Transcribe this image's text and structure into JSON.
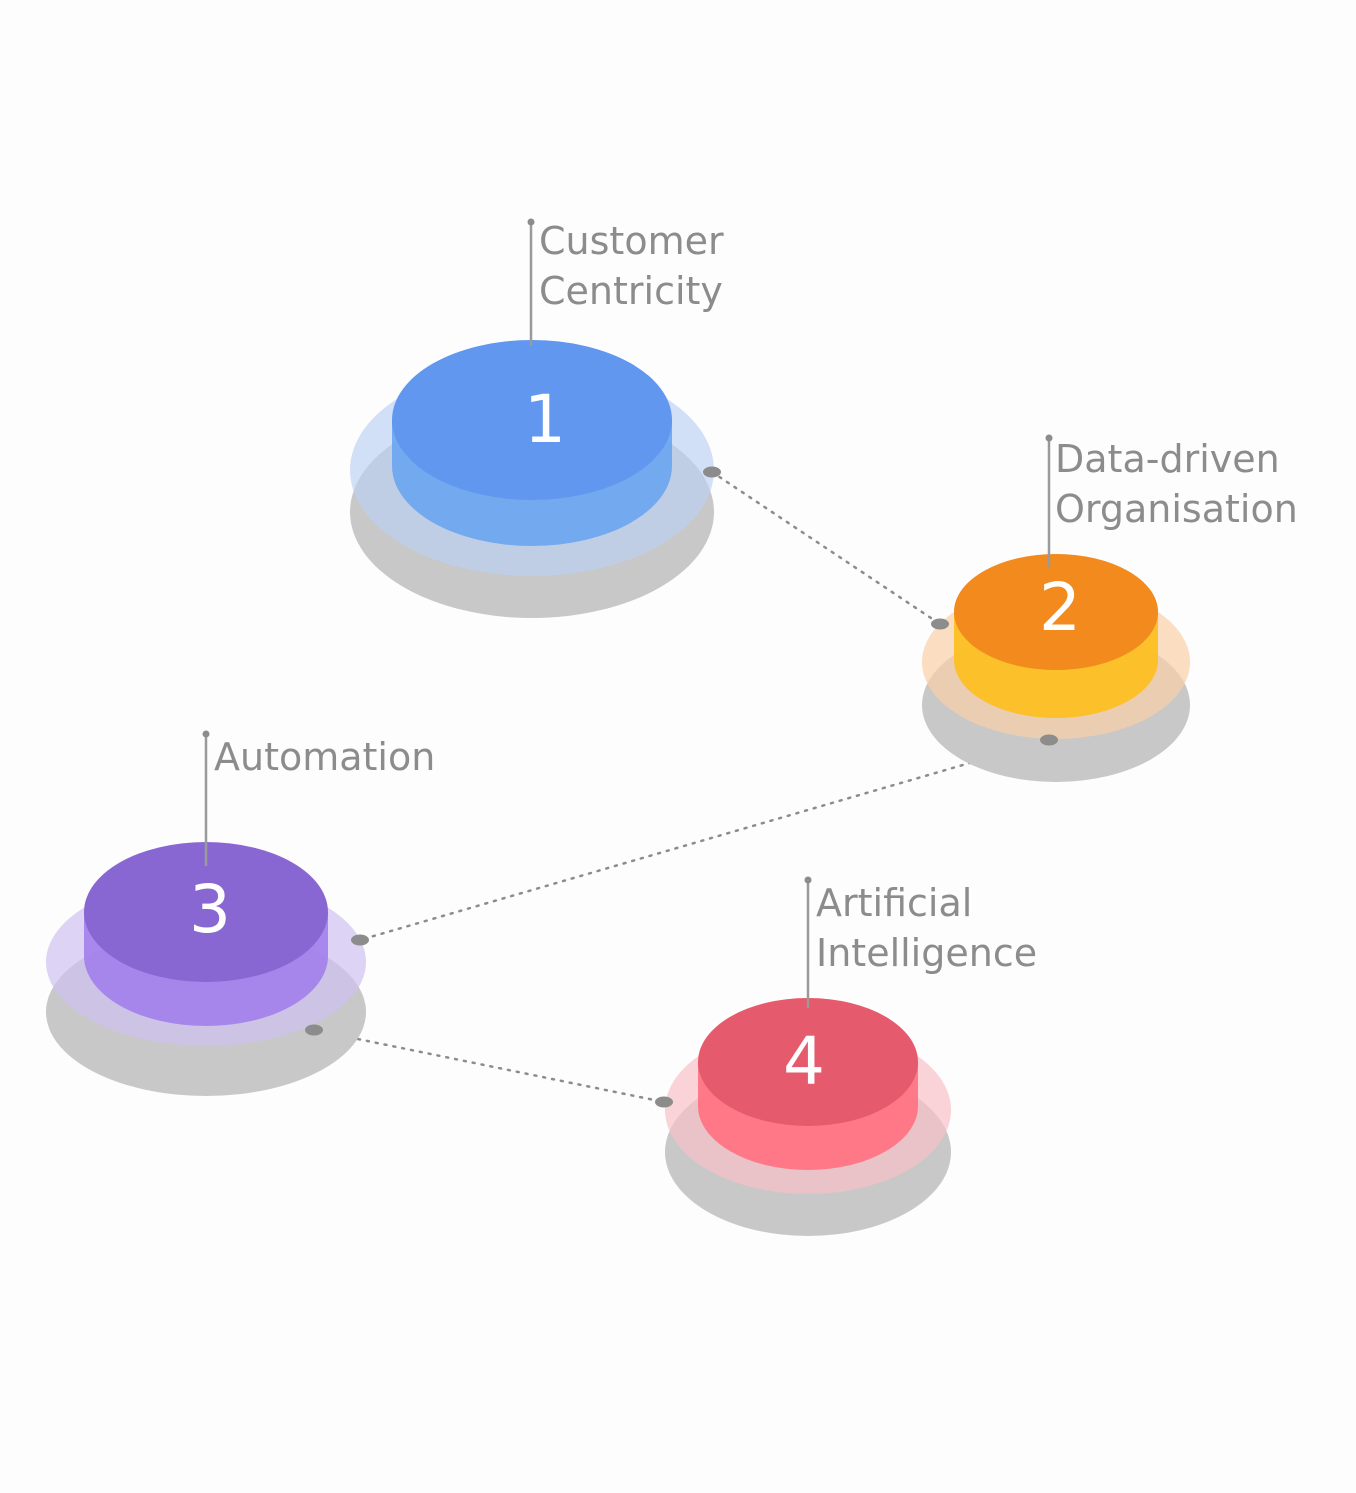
{
  "steps": [
    {
      "number": "1",
      "label_lines": [
        "Customer",
        "Centricity"
      ],
      "top_color": "#6197ee",
      "side_color": "#6aa6ef",
      "halo_color": "#bcd1f5"
    },
    {
      "number": "2",
      "label_lines": [
        "Data-driven",
        "Organisation"
      ],
      "top_color": "#f28a1e",
      "side_color": "#fdbf1e",
      "halo_color": "#f9cfa6"
    },
    {
      "number": "3",
      "label_lines": [
        "Automation"
      ],
      "top_color": "#8967d3",
      "side_color": "#a381ea",
      "halo_color": "#cfc1ef"
    },
    {
      "number": "4",
      "label_lines": [
        "Artificial",
        "Intelligence"
      ],
      "top_color": "#e65a6d",
      "side_color": "#ff7281",
      "halo_color": "#f7c0c6"
    }
  ],
  "colors": {
    "label_text": "#8c8c8c",
    "shadow": "#c8c8c8",
    "connector": "#8c8c8c"
  }
}
